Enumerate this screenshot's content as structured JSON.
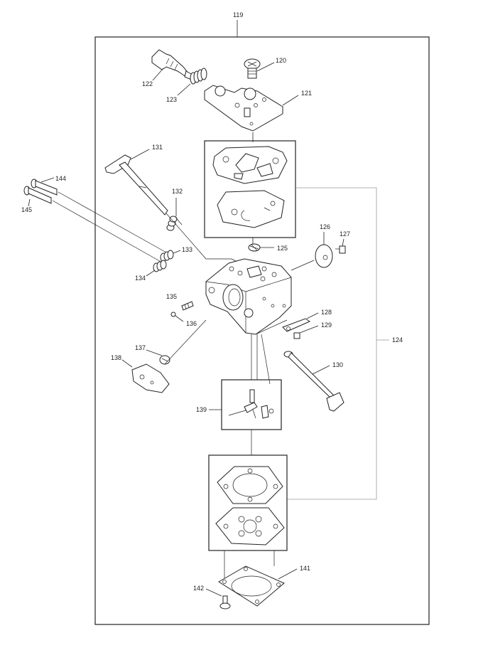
{
  "diagram": {
    "labels": {
      "l119": "119",
      "l120": "120",
      "l121": "121",
      "l122": "122",
      "l123": "123",
      "l124": "124",
      "l125": "125",
      "l126": "126",
      "l127": "127",
      "l128": "128",
      "l129": "129",
      "l130": "130",
      "l131": "131",
      "l132": "132",
      "l133": "133",
      "l134": "134",
      "l135": "135",
      "l136": "136",
      "l137": "137",
      "l138": "138",
      "l139": "139",
      "l141": "141",
      "l142": "142",
      "l144": "144",
      "l145": "145"
    }
  }
}
